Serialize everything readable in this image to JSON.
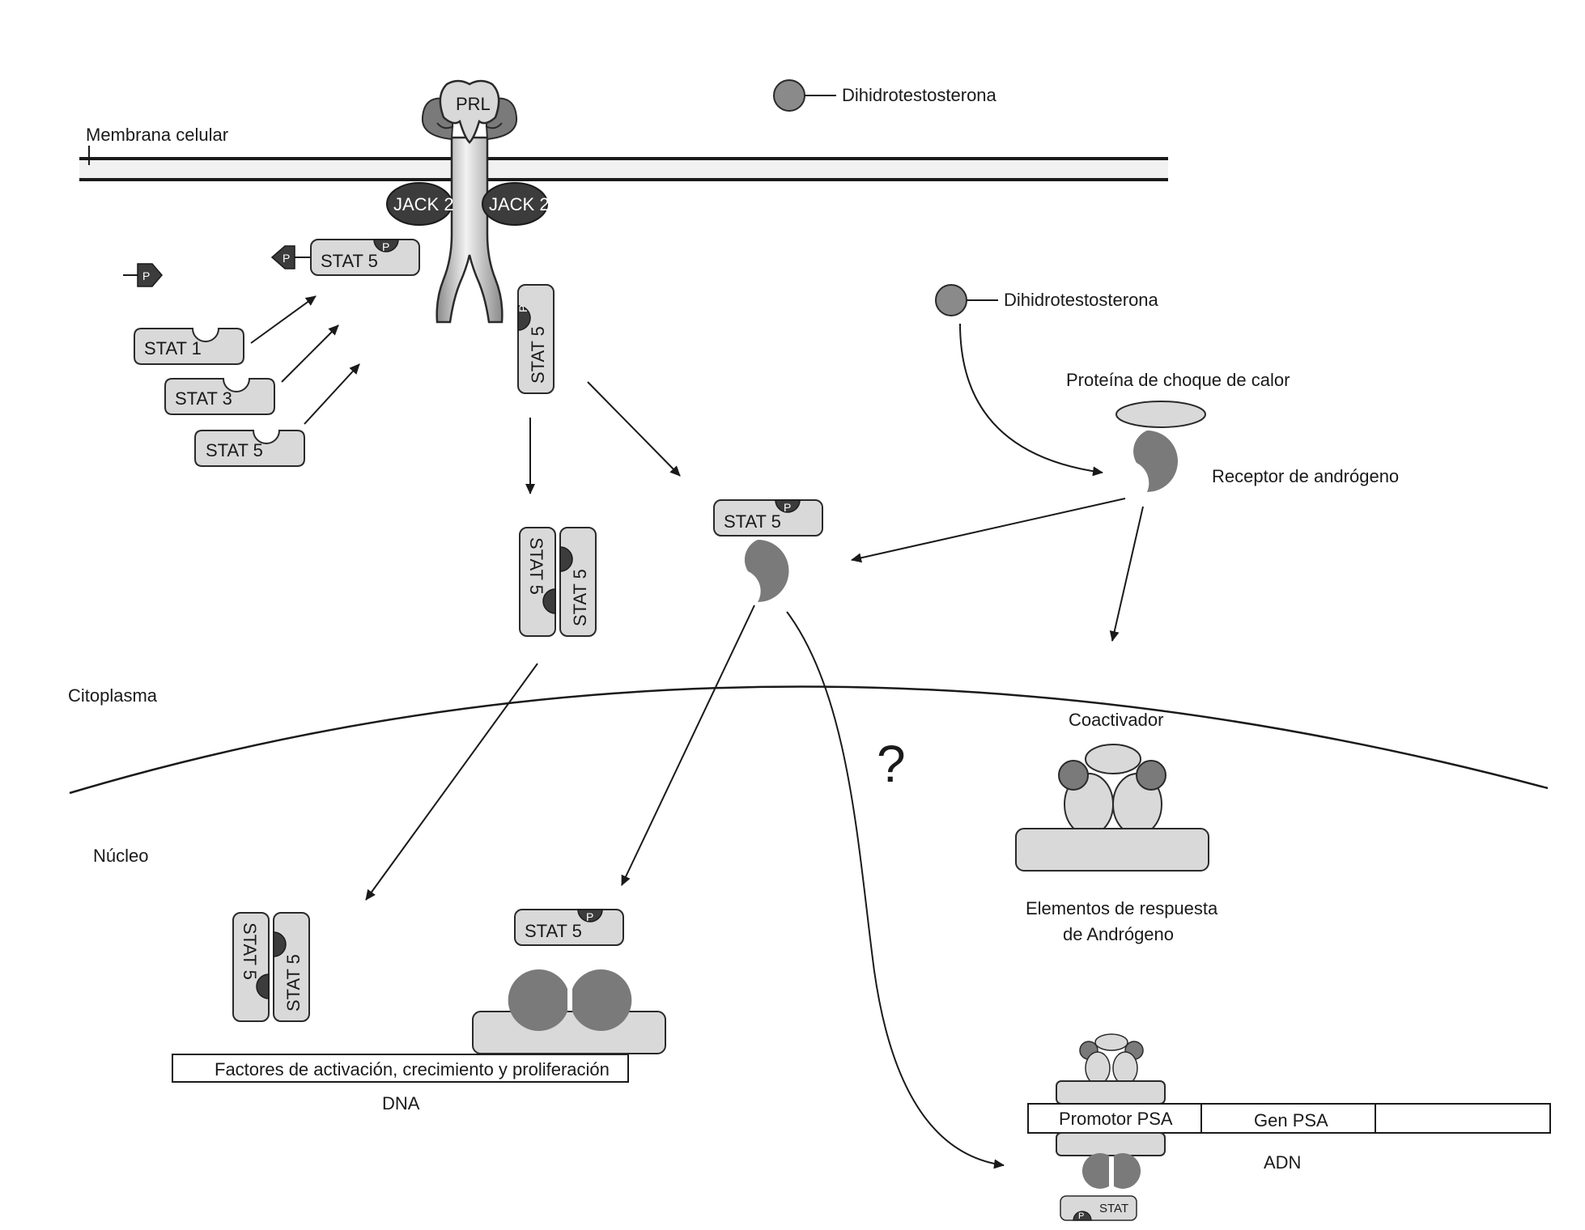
{
  "labels": {
    "membrane": "Membrana celular",
    "prl": "PRL",
    "jack2": "JACK 2",
    "dht": "Dihidrotestosterona",
    "cytoplasm": "Citoplasma",
    "nucleus": "Núcleo",
    "heat_shock": "Proteína de choque de calor",
    "androgen_receptor": "Receptor de andrógeno",
    "coactivator": "Coactivador",
    "are_line1": "Elementos de respuesta",
    "are_line2": "de Andrógeno",
    "activation_factors": "Factores de activación, crecimiento y proliferación",
    "dna": "DNA",
    "adn": "ADN",
    "psa_promoter": "Promotor PSA",
    "psa_gene": "Gen PSA",
    "question": "?",
    "phosphate": "P",
    "stat1": "STAT 1",
    "stat3": "STAT 3",
    "stat5": "STAT 5",
    "stat": "STAT"
  },
  "colors": {
    "stroke": "#2a2a2a",
    "light_fill": "#d9d9d9",
    "mid_fill": "#7a7a7a",
    "dark_fill": "#3c3c3c"
  }
}
